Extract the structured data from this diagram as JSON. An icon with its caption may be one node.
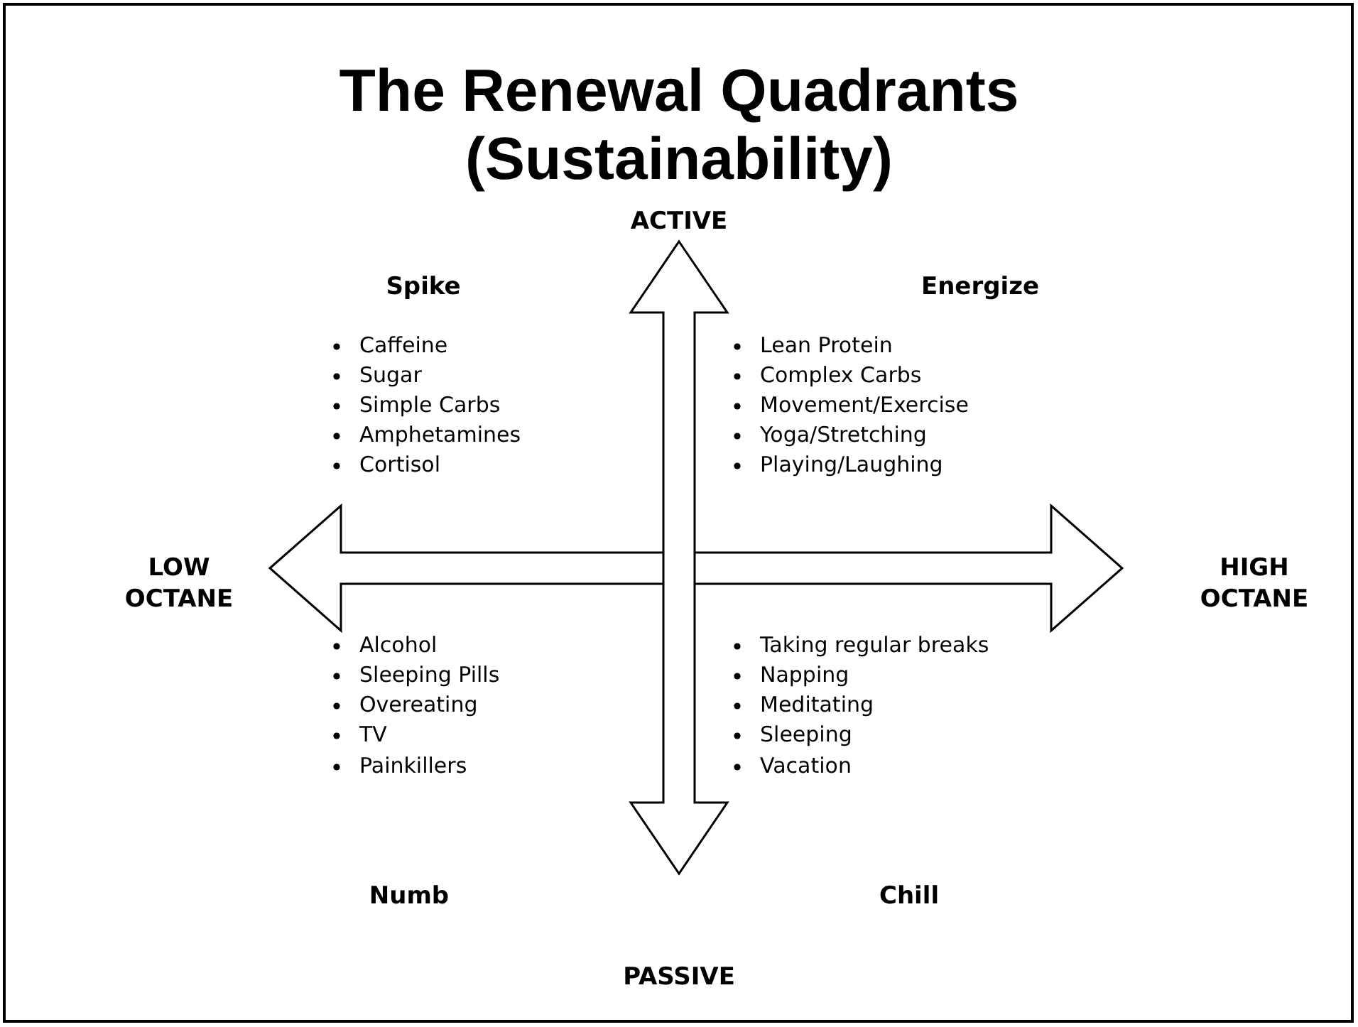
{
  "diagram": {
    "title": "The Renewal Quadrants (Sustainability)",
    "labels": [
      "ACTIVE",
      "Spike",
      "Energize",
      "Caffeine",
      "Sugar",
      "Simple Carbs",
      "Amphetamines",
      "Cortisol",
      "Lean Protein",
      "Complex Carbs",
      "Movement/Exercise",
      "Yoga/Stretching",
      "Playing/Laughing",
      "LOW OCTANE",
      "HIGH OCTANE",
      "Alcohol",
      "Sleeping Pills",
      "Overeating",
      "TV",
      "Painkillers",
      "Taking regular breaks",
      "Napping",
      "Meditating",
      "Sleeping",
      "Vacation",
      "Numb",
      "Chill",
      "PASSIVE"
    ]
  }
}
